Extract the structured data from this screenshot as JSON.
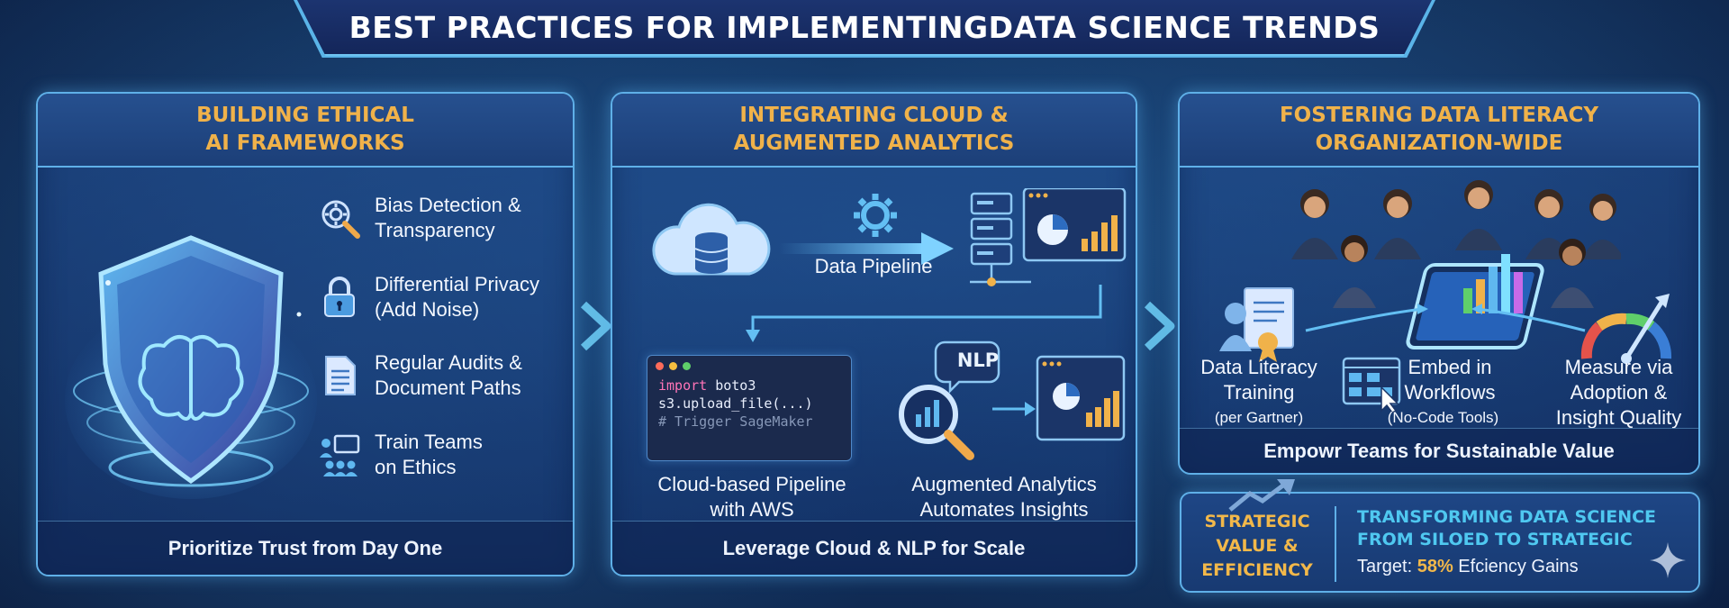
{
  "title": "BEST PRACTICES FOR IMPLEMENTINGDATA SCIENCE TRENDS",
  "panels": [
    {
      "title": "BUILDING ETHICAL\nAI FRAMEWORKS",
      "items": [
        {
          "icon": "magnifier-gear-icon",
          "label": "Bias Detection &\nTransparency"
        },
        {
          "icon": "padlock-icon",
          "label": "Differential Privacy\n(Add Noise)"
        },
        {
          "icon": "document-icon",
          "label": "Regular Audits &\nDocument Paths"
        },
        {
          "icon": "team-presentation-icon",
          "label": "Train Teams\non Ethics"
        }
      ],
      "footer": "Prioritize Trust from Day One"
    },
    {
      "title": "INTEGRATING CLOUD &\nAUGMENTED ANALYTICS",
      "pipeline_label": "Data Pipeline",
      "code_lines": [
        "import boto3",
        "s3.upload_file(...)",
        "# Trigger SageMaker"
      ],
      "nlp_badge": "NLP",
      "captions": [
        "Cloud-based Pipeline\nwith AWS",
        "Augmented Analytics\nAutomates Insights"
      ],
      "footer": "Leverage Cloud & NLP for Scale"
    },
    {
      "title": "FOSTERING DATA LITERACY\nORGANIZATION-WIDE",
      "items": [
        {
          "icon": "certificate-icon",
          "label": "Data Literacy\nTraining",
          "note": "(per Gartner)"
        },
        {
          "icon": "workflow-window-icon",
          "label": "Embed in\nWorkflows",
          "note": "(No-Code Tools)"
        },
        {
          "icon": "gauge-icon",
          "label": "Measure via\nAdoption &\nInsight Quality",
          "note": ""
        }
      ],
      "footer": "Empowr Teams for Sustainable Value"
    }
  ],
  "strategy": {
    "left_label": "STRATEGIC\nVALUE &\nEFFICIENCY",
    "headline": "TRANSFORMING DATA SCIENCE\nFROM SILOED TO STRATEGIC",
    "target_prefix": "Target: ",
    "target_value": "58%",
    "target_suffix": " Efciency Gains"
  },
  "colors": {
    "accent_gold": "#f0b24a",
    "accent_cyan": "#4fc8f0",
    "panel_border": "#5fb0e8"
  }
}
